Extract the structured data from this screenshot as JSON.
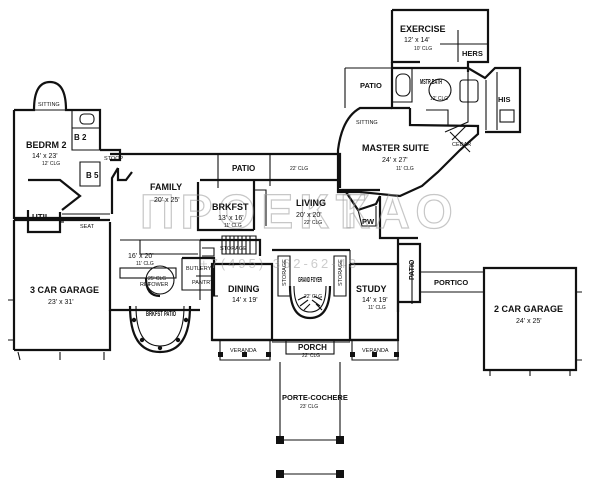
{
  "rooms": [
    {
      "id": "exercise",
      "name": "EXERCISE",
      "dims": "12' x 14'",
      "note": "10' CLG"
    },
    {
      "id": "hers",
      "name": "HERS",
      "dims": "",
      "note": ""
    },
    {
      "id": "patio-top",
      "name": "PATIO",
      "dims": "",
      "note": ""
    },
    {
      "id": "mstr-bath",
      "name": "MSTR BATH",
      "dims": "",
      "note": "12' CLG"
    },
    {
      "id": "his",
      "name": "HIS",
      "dims": "",
      "note": ""
    },
    {
      "id": "sitting-right",
      "name": "SITTING",
      "dims": "",
      "note": ""
    },
    {
      "id": "master-suite",
      "name": "MASTER SUITE",
      "dims": "24' x 27'",
      "note": "11' CLG"
    },
    {
      "id": "cedar",
      "name": "CEDAR",
      "dims": "",
      "note": ""
    },
    {
      "id": "sitting-left",
      "name": "SITTING",
      "dims": "",
      "note": ""
    },
    {
      "id": "bedrm2",
      "name": "BEDRM 2",
      "dims": "14' x 23'",
      "note": "12' CLG"
    },
    {
      "id": "b2",
      "name": "B 2",
      "dims": "",
      "note": ""
    },
    {
      "id": "stoop",
      "name": "STOOP",
      "dims": "",
      "note": ""
    },
    {
      "id": "b5",
      "name": "B 5",
      "dims": "",
      "note": ""
    },
    {
      "id": "patio-mid",
      "name": "PATIO",
      "dims": "",
      "note": "22' CLG"
    },
    {
      "id": "family",
      "name": "FAMILY",
      "dims": "20' x 25'",
      "note": ""
    },
    {
      "id": "brkfst",
      "name": "BRKFST",
      "dims": "13' x 16'",
      "note": "11' CLG"
    },
    {
      "id": "living",
      "name": "LIVING",
      "dims": "20' x 20'",
      "note": "22' CLG"
    },
    {
      "id": "pw",
      "name": "PW",
      "dims": "",
      "note": ""
    },
    {
      "id": "util",
      "name": "UTIL",
      "dims": "",
      "note": ""
    },
    {
      "id": "seat",
      "name": "SEAT",
      "dims": "",
      "note": ""
    },
    {
      "id": "kitchen",
      "name": "",
      "dims": "16' x 20'",
      "note": "11' CLG"
    },
    {
      "id": "storage-k",
      "name": "STORAGE",
      "dims": "",
      "note": ""
    },
    {
      "id": "patio-side",
      "name": "PATIO",
      "dims": "",
      "note": ""
    },
    {
      "id": "garage3",
      "name": "3 CAR GARAGE",
      "dims": "23' x 31'",
      "note": ""
    },
    {
      "id": "tower",
      "name": "TOWER",
      "dims": "",
      "note": "25' CLG"
    },
    {
      "id": "butlery",
      "name": "BUTLERY",
      "dims": "",
      "note": ""
    },
    {
      "id": "pantry",
      "name": "PANTRY",
      "dims": "",
      "note": ""
    },
    {
      "id": "dining",
      "name": "DINING",
      "dims": "14' x 19'",
      "note": ""
    },
    {
      "id": "storage-l",
      "name": "STORAGE",
      "dims": "",
      "note": ""
    },
    {
      "id": "grand-foyer",
      "name": "GRAND FOYER",
      "dims": "",
      "note": "22' CLG"
    },
    {
      "id": "storage-r",
      "name": "STORAGE",
      "dims": "",
      "note": ""
    },
    {
      "id": "study",
      "name": "STUDY",
      "dims": "14' x 19'",
      "note": "11' CLG"
    },
    {
      "id": "portico",
      "name": "PORTICO",
      "dims": "",
      "note": ""
    },
    {
      "id": "garage2",
      "name": "2 CAR GARAGE",
      "dims": "24' x 25'",
      "note": ""
    },
    {
      "id": "ref",
      "name": "REF",
      "dims": "",
      "note": ""
    },
    {
      "id": "brkfst-patio",
      "name": "BRKFST PATIO",
      "dims": "",
      "note": ""
    },
    {
      "id": "veranda-left",
      "name": "VERANDA",
      "dims": "",
      "note": ""
    },
    {
      "id": "porch",
      "name": "PORCH",
      "dims": "",
      "note": "22' CLG"
    },
    {
      "id": "veranda-right",
      "name": "VERANDA",
      "dims": "",
      "note": ""
    },
    {
      "id": "porte-cochere",
      "name": "PORTE-COCHERE",
      "dims": "",
      "note": "23' CLG"
    }
  ]
}
